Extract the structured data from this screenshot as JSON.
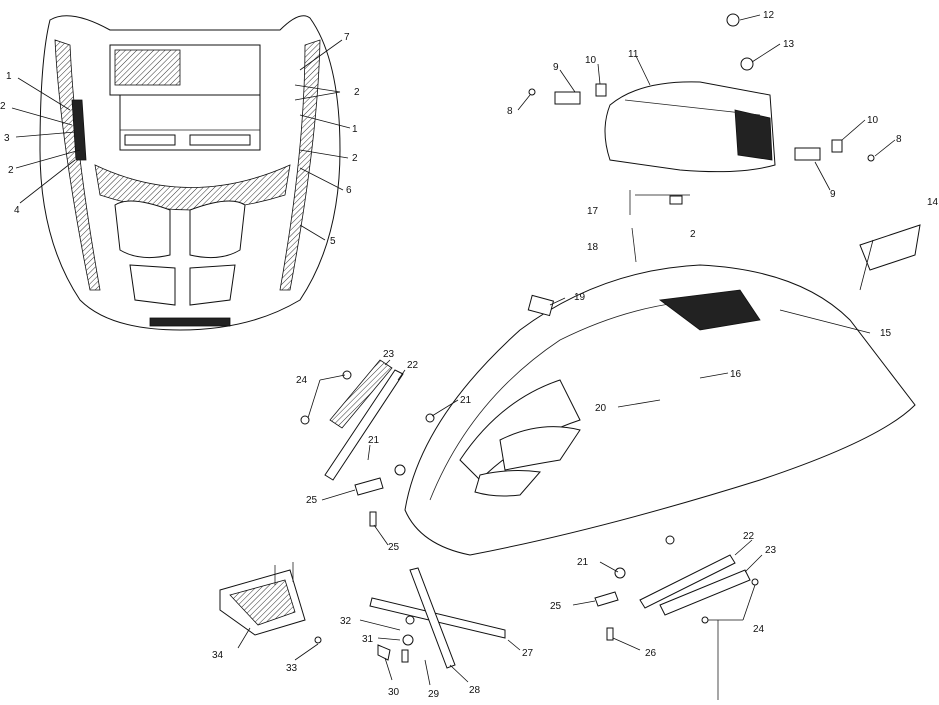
{
  "callouts": [
    {
      "id": "c1a",
      "text": "1"
    },
    {
      "id": "c2a",
      "text": "2"
    },
    {
      "id": "c3",
      "text": "3"
    },
    {
      "id": "c2b",
      "text": "2"
    },
    {
      "id": "c4",
      "text": "4"
    },
    {
      "id": "c7",
      "text": "7"
    },
    {
      "id": "c2c",
      "text": "2"
    },
    {
      "id": "c1b",
      "text": "1"
    },
    {
      "id": "c2d",
      "text": "2"
    },
    {
      "id": "c6",
      "text": "6"
    },
    {
      "id": "c5",
      "text": "5"
    },
    {
      "id": "c12",
      "text": "12"
    },
    {
      "id": "c13",
      "text": "13"
    },
    {
      "id": "c9a",
      "text": "9"
    },
    {
      "id": "c10a",
      "text": "10"
    },
    {
      "id": "c11",
      "text": "11"
    },
    {
      "id": "c8a",
      "text": "8"
    },
    {
      "id": "c10b",
      "text": "10"
    },
    {
      "id": "c8b",
      "text": "8"
    },
    {
      "id": "c9b",
      "text": "9"
    },
    {
      "id": "c14",
      "text": "14"
    },
    {
      "id": "c17",
      "text": "17"
    },
    {
      "id": "c2e",
      "text": "2"
    },
    {
      "id": "c18",
      "text": "18"
    },
    {
      "id": "c19",
      "text": "19"
    },
    {
      "id": "c15",
      "text": "15"
    },
    {
      "id": "c16",
      "text": "16"
    },
    {
      "id": "c20",
      "text": "20"
    },
    {
      "id": "c23a",
      "text": "23"
    },
    {
      "id": "c22a",
      "text": "22"
    },
    {
      "id": "c24a",
      "text": "24"
    },
    {
      "id": "c21a",
      "text": "21"
    },
    {
      "id": "c21b",
      "text": "21"
    },
    {
      "id": "c25a",
      "text": "25"
    },
    {
      "id": "c25b",
      "text": "25"
    },
    {
      "id": "c22b",
      "text": "22"
    },
    {
      "id": "c23b",
      "text": "23"
    },
    {
      "id": "c21c",
      "text": "21"
    },
    {
      "id": "c25c",
      "text": "25"
    },
    {
      "id": "c24b",
      "text": "24"
    },
    {
      "id": "c26",
      "text": "26"
    },
    {
      "id": "c27",
      "text": "27"
    },
    {
      "id": "c32",
      "text": "32"
    },
    {
      "id": "c31",
      "text": "31"
    },
    {
      "id": "c34",
      "text": "34"
    },
    {
      "id": "c33",
      "text": "33"
    },
    {
      "id": "c30",
      "text": "30"
    },
    {
      "id": "c29",
      "text": "29"
    },
    {
      "id": "c28",
      "text": "28"
    }
  ]
}
